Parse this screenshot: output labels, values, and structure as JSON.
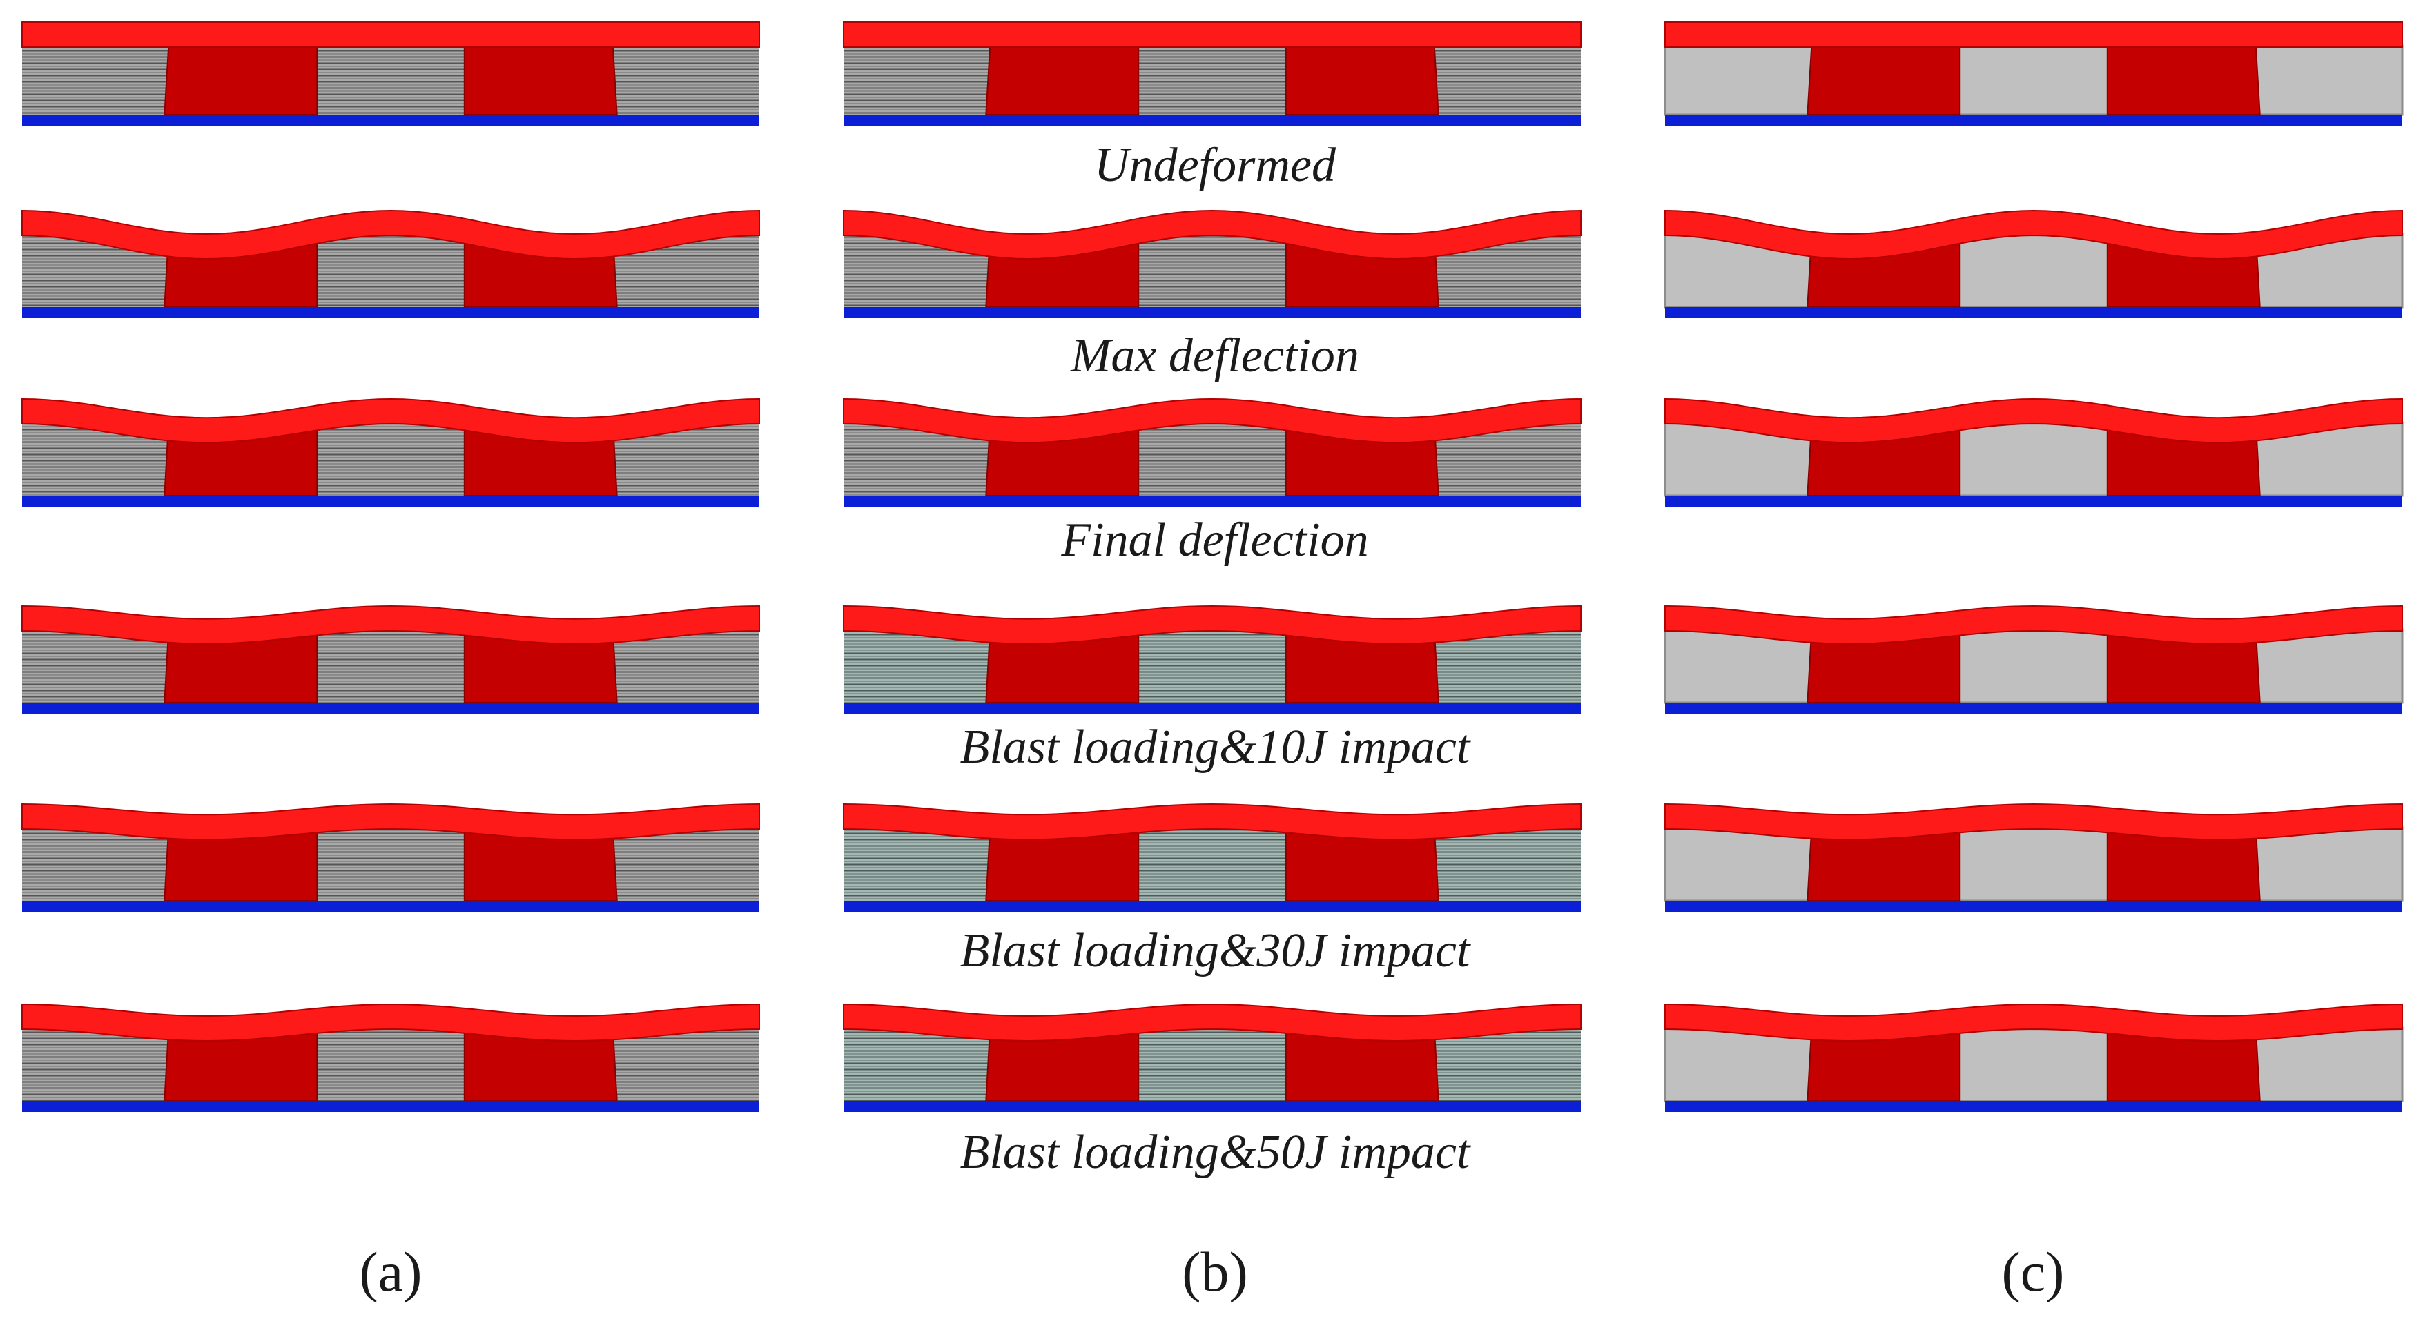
{
  "figure": {
    "panel_labels": [
      "(a)",
      "(b)",
      "(c)"
    ],
    "row_captions": [
      "Undeformed",
      "Max deflection",
      "Final deflection",
      "Blast loading&10J impact",
      "Blast loading&30J impact",
      "Blast loading&50J impact"
    ],
    "rows": [
      {
        "id": "undeformed",
        "deflection_level": 0.0
      },
      {
        "id": "max-deflection",
        "deflection_level": 1.0
      },
      {
        "id": "final-deflection",
        "deflection_level": 0.8
      },
      {
        "id": "blast-10j",
        "deflection_level": 0.55
      },
      {
        "id": "blast-30j",
        "deflection_level": 0.45
      },
      {
        "id": "blast-50j",
        "deflection_level": 0.5
      }
    ],
    "colors": {
      "face_sheet": "#ff1a1a",
      "face_sheet_edge": "#b30000",
      "core_block": "#c40000",
      "core_block_edge": "#8a0000",
      "base_plate": "#0a1fd6",
      "lattice_core": "#a8a8a8",
      "lattice_lines": "#4a4a4a",
      "lattice_core_teal": "#9fb4b0",
      "solid_core": "#c0c0c0",
      "solid_core_edge": "#8c8c8c"
    }
  }
}
